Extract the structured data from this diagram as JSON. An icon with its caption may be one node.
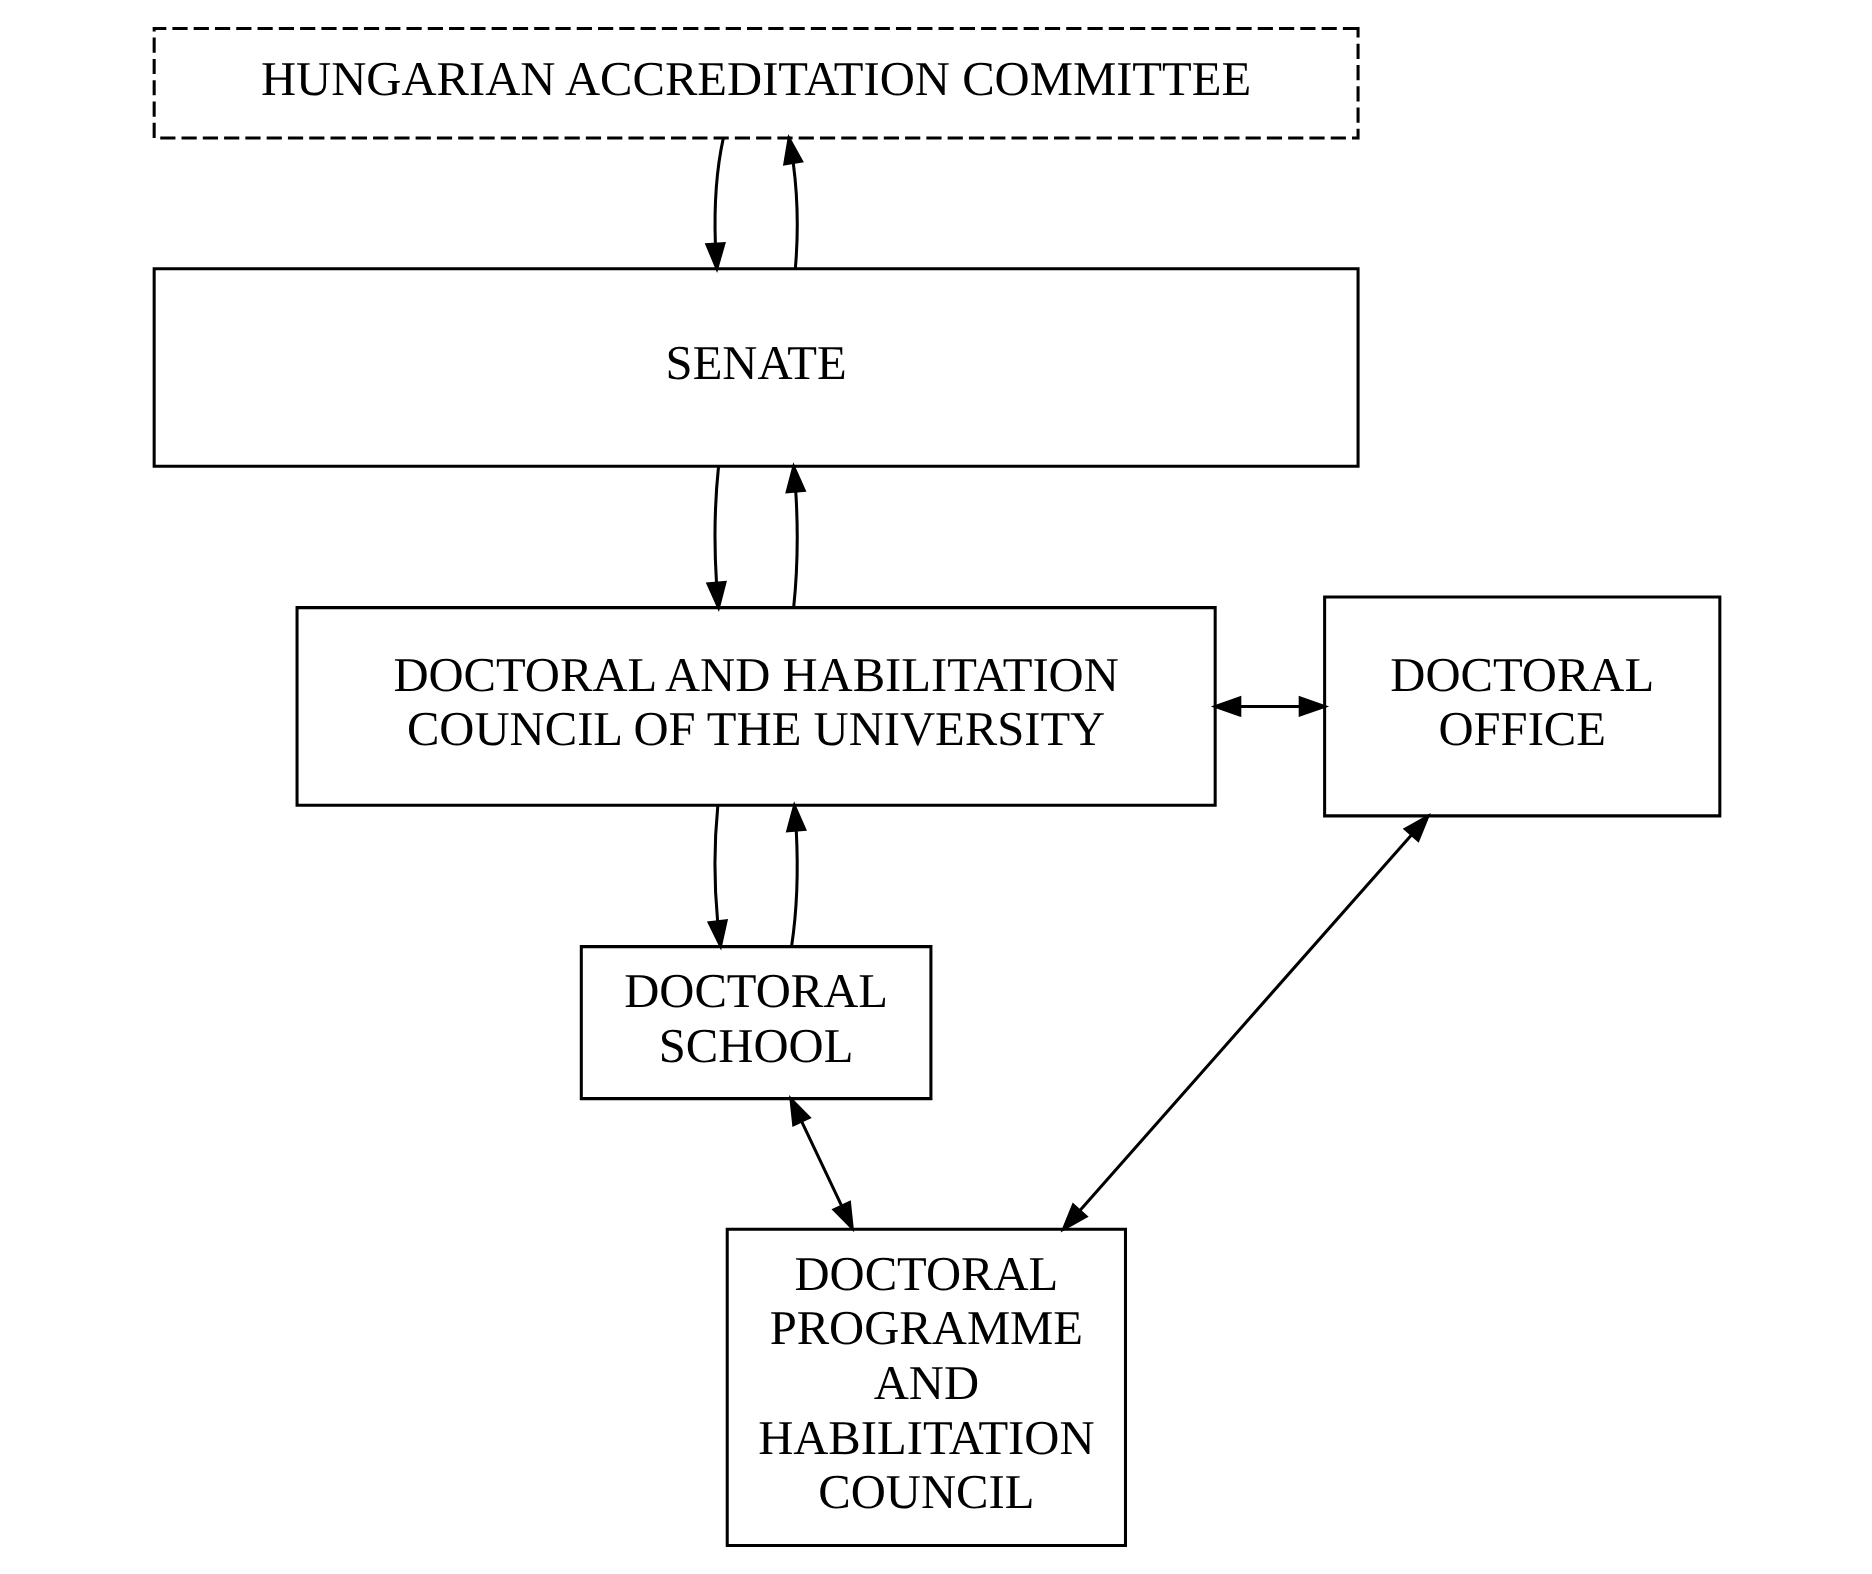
{
  "diagram": {
    "nodes": [
      {
        "text": [
          "HUNGARIAN ACCREDITATION COMMITTEE"
        ]
      },
      {
        "text": [
          "SENATE"
        ]
      },
      {
        "text": [
          "DOCTORAL AND HABILITATION COUNCIL OF THE UNIVERSITY"
        ]
      },
      {
        "text": [
          "DOCTORAL OFFICE"
        ]
      },
      {
        "text": [
          "DOCTORAL PROGRAMME AND HABILITATION COUNCIL"
        ]
      },
      {
        "text": [
          "DOCTORAL SCHOOL"
        ]
      }
    ],
    "edges": [
      {
        "from": 0,
        "to": 1,
        "arrow": "to"
      },
      {
        "from": 1,
        "to": 0,
        "arrow": "to"
      },
      {
        "from": 1,
        "to": 2,
        "arrow": "to"
      },
      {
        "from": 2,
        "to": 1,
        "arrow": "to"
      },
      {
        "from": 2,
        "to": 3,
        "arrow": "both"
      },
      {
        "from": 3,
        "to": 4,
        "arrow": "both"
      },
      {
        "from": 5,
        "to": 4,
        "arrow": "both"
      },
      {
        "from": 2,
        "to": 5,
        "arrow": "to"
      },
      {
        "from": 5,
        "to": 2,
        "arrow": "to"
      }
    ]
  }
}
